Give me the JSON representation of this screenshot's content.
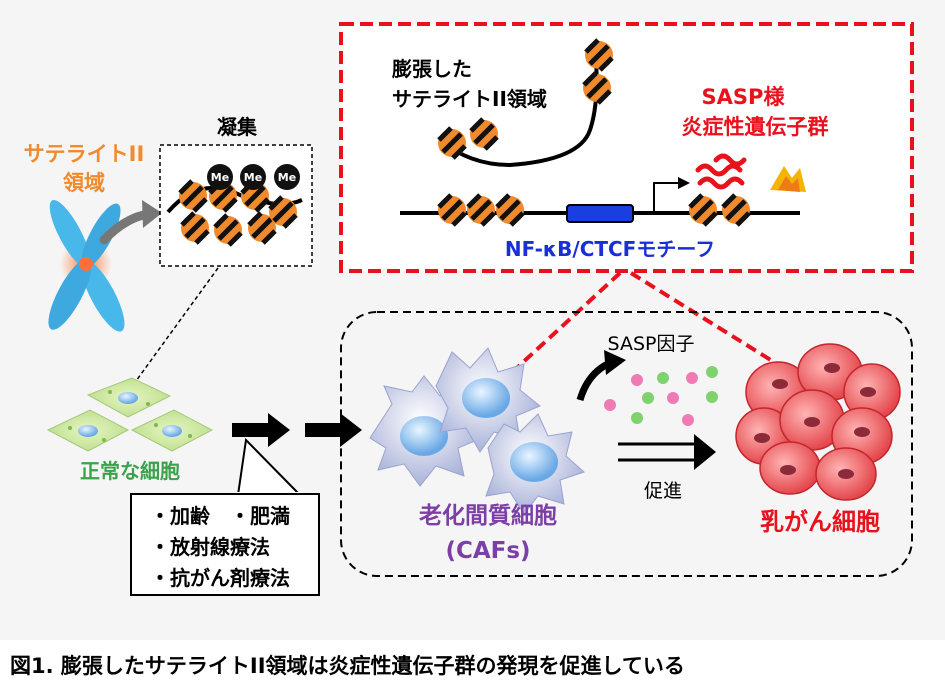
{
  "labels": {
    "satellite_region": [
      "サテライトII",
      "領域"
    ],
    "aggregation": "凝集",
    "methyl": "Me",
    "expanded_region": [
      "膨張した",
      "サテライトII領域"
    ],
    "sasp_genes": [
      "SASP様",
      "炎症性遺伝子群"
    ],
    "motif": "NF-κB/CTCFモチーフ",
    "normal_cell": "正常な細胞",
    "sasp_factor": "SASP因子",
    "promote": "促進",
    "caf": [
      "老化間質細胞",
      "(CAFs)"
    ],
    "breast_cancer": "乳がん細胞"
  },
  "factors": [
    "・加齢　・肥満",
    "・放射線療法",
    "・抗がん剤療法"
  ],
  "caption": "図1. 膨張したサテライトII領域は炎症性遺伝子群の発現を促進している",
  "colors": {
    "orange": "#f08a2c",
    "red": "#e8111c",
    "blue": "#1a2fd6",
    "purple": "#7b3fa6",
    "green": "#3aa24a"
  }
}
